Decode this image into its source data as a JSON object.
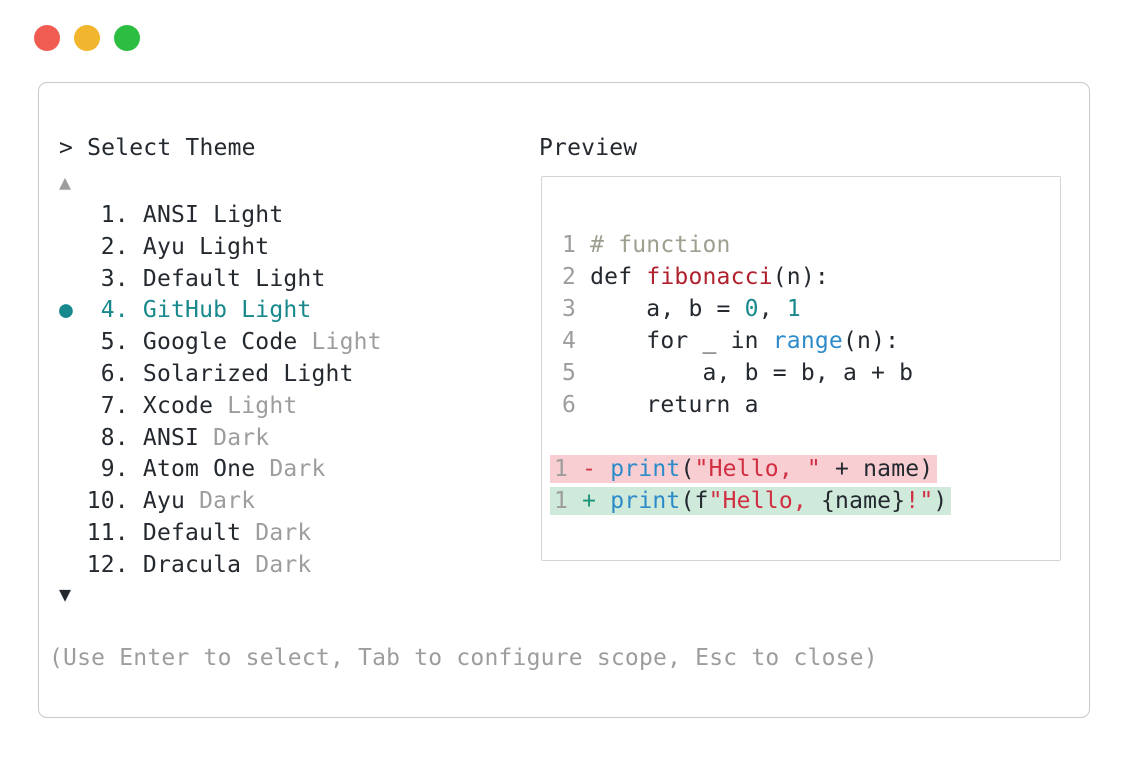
{
  "window": {
    "controls": [
      {
        "name": "close",
        "color": "#F05B52"
      },
      {
        "name": "minimize",
        "color": "#F2B52E"
      },
      {
        "name": "zoom",
        "color": "#2BBE41"
      }
    ]
  },
  "theme_picker": {
    "title": "> Select Theme",
    "scroll_up_icon": "▲",
    "scroll_down_icon": "▼",
    "selected_marker_icon": "●",
    "items": [
      {
        "num": "1",
        "name": "ANSI Light",
        "suffix": "",
        "selected": false
      },
      {
        "num": "2",
        "name": "Ayu Light",
        "suffix": "",
        "selected": false
      },
      {
        "num": "3",
        "name": "Default Light",
        "suffix": "",
        "selected": false
      },
      {
        "num": "4",
        "name": "GitHub Light",
        "suffix": "",
        "selected": true
      },
      {
        "num": "5",
        "name": "Google Code",
        "suffix": "Light",
        "selected": false
      },
      {
        "num": "6",
        "name": "Solarized Light",
        "suffix": "",
        "selected": false
      },
      {
        "num": "7",
        "name": "Xcode",
        "suffix": "Light",
        "selected": false
      },
      {
        "num": "8",
        "name": "ANSI",
        "suffix": "Dark",
        "selected": false
      },
      {
        "num": "9",
        "name": "Atom One",
        "suffix": "Dark",
        "selected": false
      },
      {
        "num": "10",
        "name": "Ayu",
        "suffix": "Dark",
        "selected": false
      },
      {
        "num": "11",
        "name": "Default",
        "suffix": "Dark",
        "selected": false
      },
      {
        "num": "12",
        "name": "Dracula",
        "suffix": "Dark",
        "selected": false
      }
    ],
    "footer_hint": "(Use Enter to select, Tab to configure scope, Esc to close)"
  },
  "preview": {
    "title": "Preview",
    "lines": [
      {
        "diff": null,
        "segments": [
          {
            "t": "1 ",
            "c": "gray"
          },
          {
            "t": "# function",
            "c": "comment"
          }
        ]
      },
      {
        "diff": null,
        "segments": [
          {
            "t": "2 ",
            "c": "gray"
          },
          {
            "t": "def ",
            "c": "default"
          },
          {
            "t": "fibonacci",
            "c": "func"
          },
          {
            "t": "(n):",
            "c": "default"
          }
        ]
      },
      {
        "diff": null,
        "segments": [
          {
            "t": "3 ",
            "c": "gray"
          },
          {
            "t": "    a, b = ",
            "c": "default"
          },
          {
            "t": "0",
            "c": "number"
          },
          {
            "t": ", ",
            "c": "default"
          },
          {
            "t": "1",
            "c": "number"
          }
        ]
      },
      {
        "diff": null,
        "segments": [
          {
            "t": "4 ",
            "c": "gray"
          },
          {
            "t": "    for _ in ",
            "c": "default"
          },
          {
            "t": "range",
            "c": "blue"
          },
          {
            "t": "(n):",
            "c": "default"
          }
        ]
      },
      {
        "diff": null,
        "segments": [
          {
            "t": "5 ",
            "c": "gray"
          },
          {
            "t": "        a, b = b, a + b",
            "c": "default"
          }
        ]
      },
      {
        "diff": null,
        "segments": [
          {
            "t": "6 ",
            "c": "gray"
          },
          {
            "t": "    return a",
            "c": "default"
          }
        ]
      },
      {
        "diff": null,
        "segments": []
      },
      {
        "diff": "removed",
        "segments": [
          {
            "t": "1 ",
            "c": "gray"
          },
          {
            "t": "- ",
            "c": "minus"
          },
          {
            "t": "print",
            "c": "blue"
          },
          {
            "t": "(",
            "c": "default"
          },
          {
            "t": "\"Hello, \"",
            "c": "string"
          },
          {
            "t": " + name)",
            "c": "default"
          }
        ]
      },
      {
        "diff": "added",
        "segments": [
          {
            "t": "1 ",
            "c": "gray"
          },
          {
            "t": "+ ",
            "c": "plus"
          },
          {
            "t": "print",
            "c": "blue"
          },
          {
            "t": "(f",
            "c": "default"
          },
          {
            "t": "\"Hello, ",
            "c": "string"
          },
          {
            "t": "{name}",
            "c": "default"
          },
          {
            "t": "!\"",
            "c": "string"
          },
          {
            "t": ")",
            "c": "default"
          }
        ]
      }
    ]
  },
  "colors": {
    "text_dark": "#24292F",
    "text_gray": "#9D9D9D",
    "comment": "#9CA08F",
    "func_red": "#B0212E",
    "string_red": "#D12E42",
    "number_teal": "#17898C",
    "code_blue": "#2E8BC9",
    "minus_red": "#D2394A",
    "plus_teal": "#1A9478",
    "accent_teal": "#17898C",
    "removed_bg": "#F8CED3",
    "added_bg": "#CFE9DA",
    "panel_border": "#C9C9C9",
    "preview_border": "#D4D4D4",
    "traffic_red": "#F05B52",
    "traffic_yellow": "#F2B52E",
    "traffic_green": "#2BBE41"
  }
}
